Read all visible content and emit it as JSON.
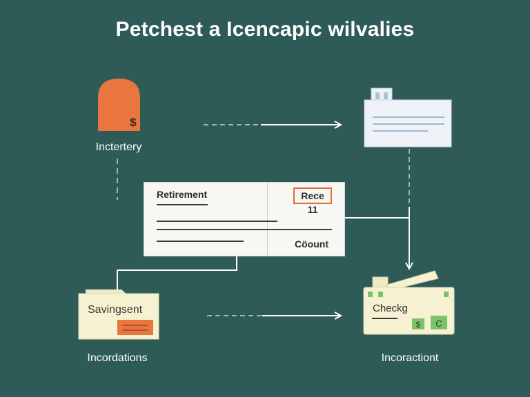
{
  "title": "Petchest a Icencapic wilvalies",
  "nodes": {
    "inventory": {
      "label": "Inctertery",
      "icon": "money-bag-icon",
      "symbol": "$"
    },
    "document": {
      "icon": "document-icon"
    },
    "center": {
      "left_label": "Retirement",
      "badge": "Rece 11",
      "right_label": "Cöount"
    },
    "savings": {
      "card_text": "Savingsent",
      "label": "Incordations",
      "icon": "folder-icon"
    },
    "checking": {
      "card_text": "Checkg",
      "label": "Incoractiont",
      "icon": "cash-envelope-icon",
      "symbol": "$",
      "symbol2": "C"
    }
  },
  "colors": {
    "background": "#2e5b58",
    "accent_orange": "#e9763f",
    "card_cream": "#f6f1d0",
    "card_light": "#eef1f6",
    "green": "#7cc26a",
    "arrow": "#ffffff"
  }
}
